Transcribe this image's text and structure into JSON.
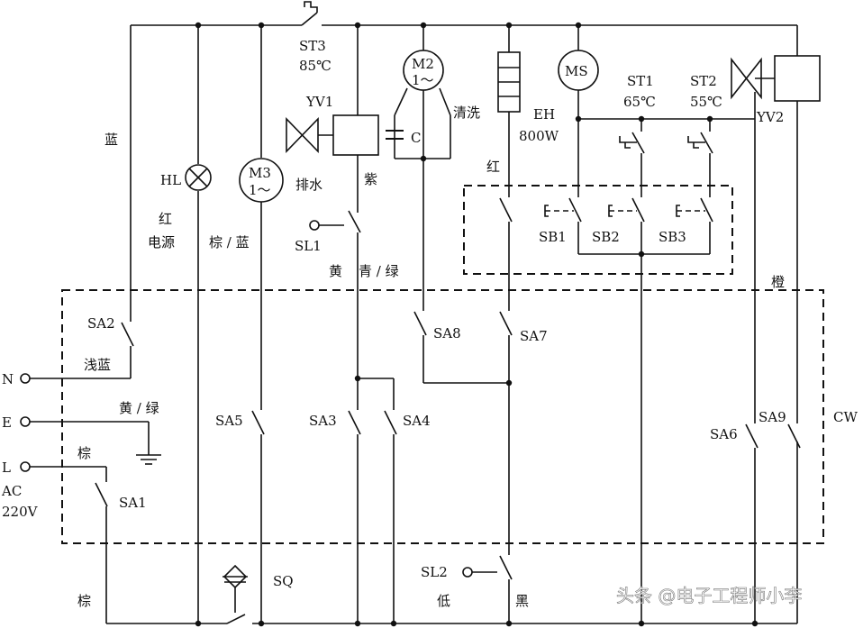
{
  "labels": {
    "st3": "ST3",
    "st3_temp": "85℃",
    "yv1": "YV1",
    "m2": "M2",
    "m2_sub": "1～",
    "c": "C",
    "qingxi": "清洗",
    "eh": "EH",
    "eh_power": "800W",
    "ms": "MS",
    "st1": "ST1",
    "st1_temp": "65℃",
    "st2": "ST2",
    "st2_temp": "55℃",
    "yv2": "YV2",
    "lan": "蓝",
    "hl": "HL",
    "m3": "M3",
    "m3_sub": "1～",
    "paishui": "排水",
    "zi": "紫",
    "hong_top": "红",
    "hong": "红",
    "dianyuan": "电源",
    "zong_lan": "棕 / 蓝",
    "sl1": "SL1",
    "sb1": "SB1",
    "sb2": "SB2",
    "sb3": "SB3",
    "huang": "黄",
    "qing_lv": "青 / 绿",
    "cheng": "橙",
    "sa2": "SA2",
    "sa8": "SA8",
    "sa7": "SA7",
    "n": "N",
    "qianlan": "浅蓝",
    "huang_lv": "黄 / 绿",
    "e": "E",
    "sa5": "SA5",
    "sa3": "SA3",
    "sa4": "SA4",
    "cw": "CW",
    "sa6": "SA6",
    "sa9": "SA9",
    "zong_top": "棕",
    "l": "L",
    "ac": "AC",
    "v220": "220V",
    "sa1": "SA1",
    "sl2": "SL2",
    "sq": "SQ",
    "zong_bottom": "棕",
    "di": "低",
    "hei": "黑"
  },
  "watermark": "头条 @电子工程师小李"
}
